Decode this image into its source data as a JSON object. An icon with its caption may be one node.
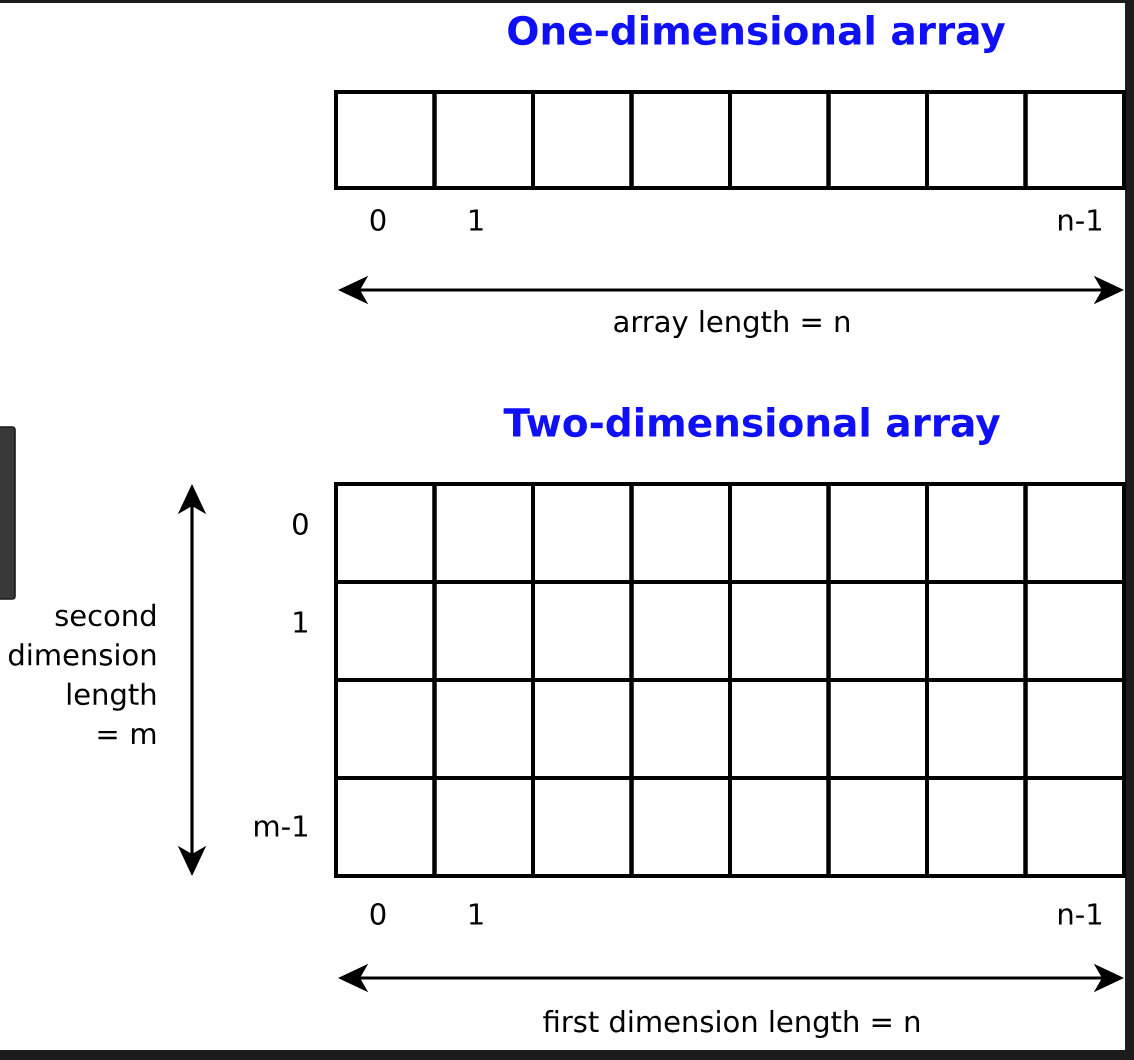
{
  "diagram": {
    "nodes": [
      {
        "text": [
          "One-dimensional array"
        ],
        "beside": [
          "0",
          "1",
          "n-1"
        ]
      },
      {
        "text": [
          "Two-dimensional array"
        ],
        "beside": [
          "0",
          "1",
          "m-1",
          "0",
          "1",
          "n-1"
        ]
      }
    ],
    "labels": [
      "array length = n",
      "second dimension length = m",
      "first dimension length = n"
    ]
  }
}
